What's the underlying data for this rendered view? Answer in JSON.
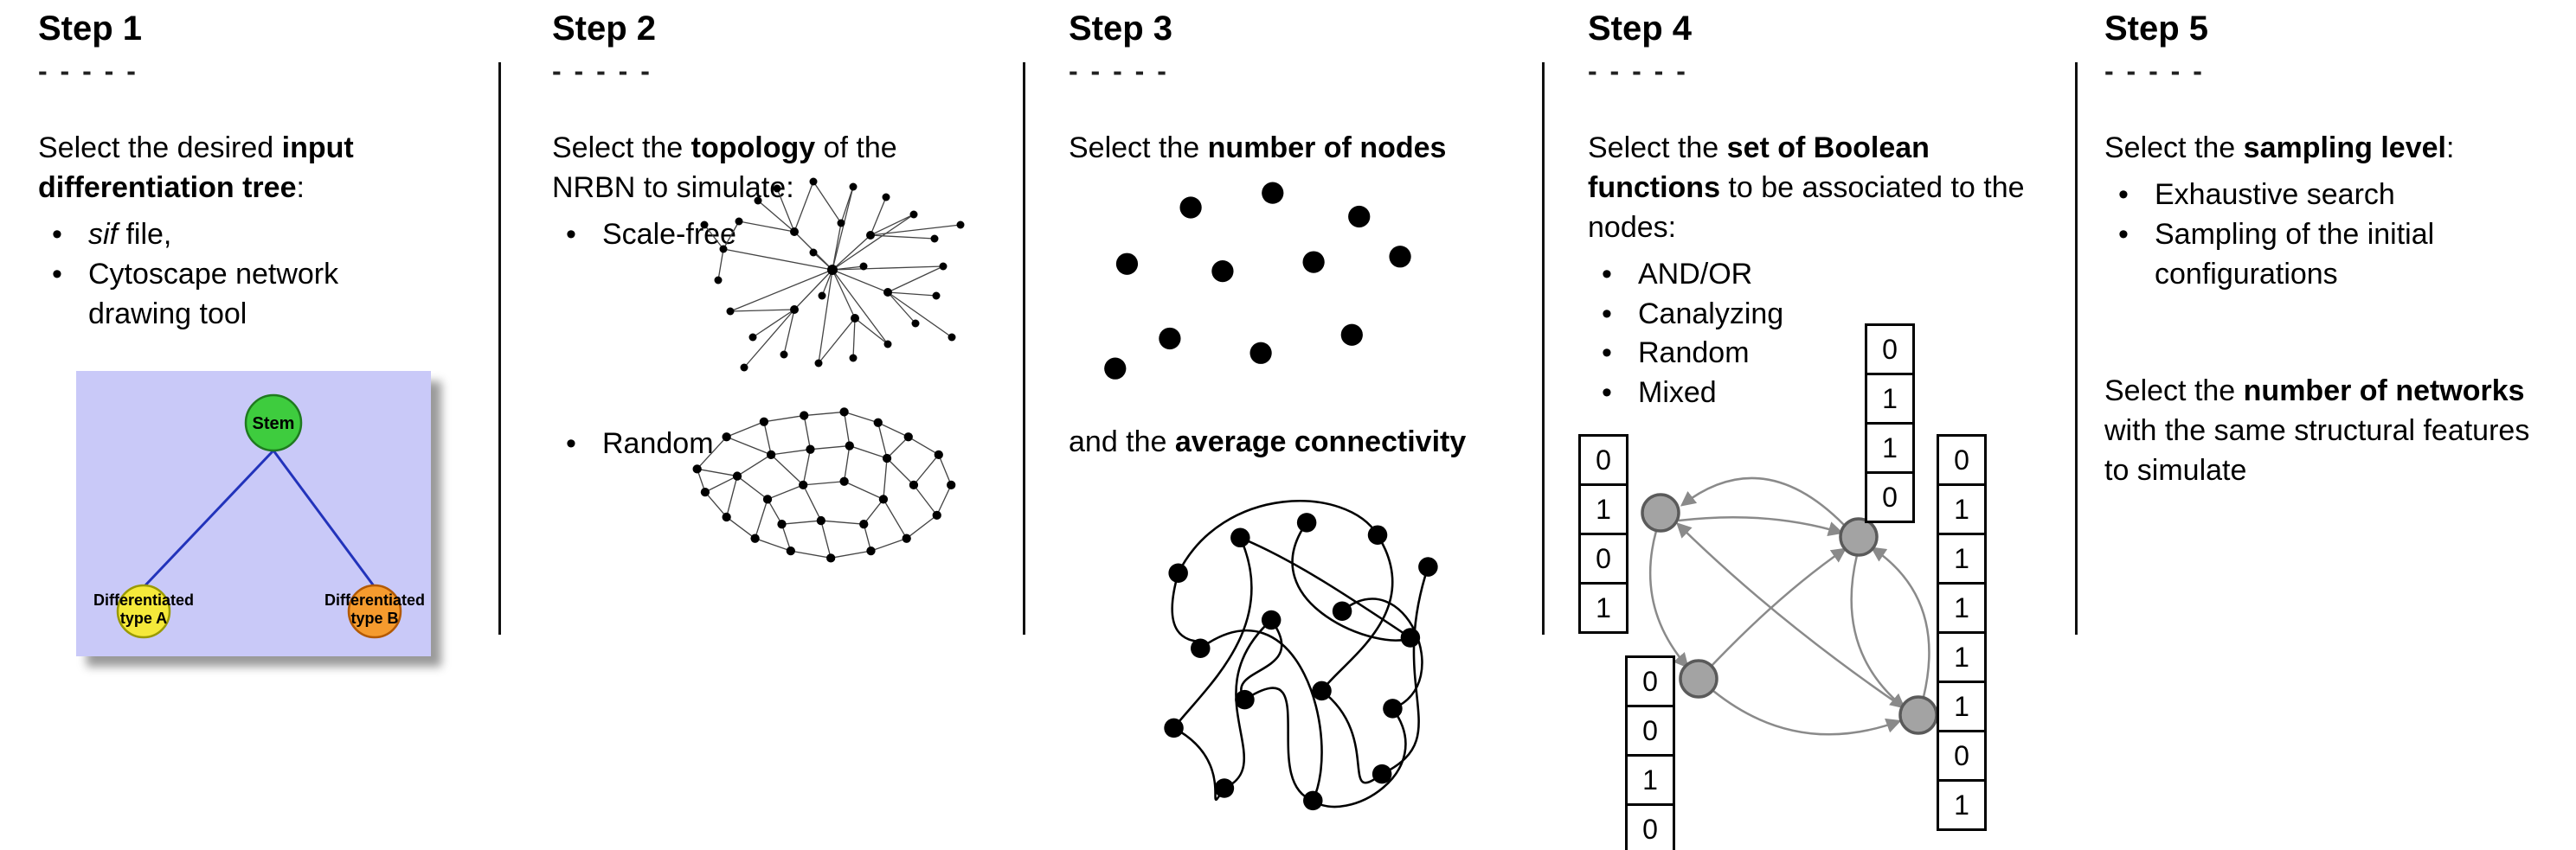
{
  "colors": {
    "divider": "#111111",
    "tree_bg": "#c9c9f8",
    "stem_fill": "#3ecc3e",
    "stem_stroke": "#1f7a1f",
    "type_a_fill": "#f5e93a",
    "type_a_stroke": "#9a9a00",
    "type_b_fill": "#f59b2e",
    "type_b_stroke": "#b35900",
    "tree_edge": "#2233bb",
    "boolean_node_fill": "#a3a3a3",
    "boolean_node_stroke": "#5a5a5a",
    "boolean_edge": "#8a8a8a"
  },
  "step1": {
    "header": "Step 1",
    "dashes": "- - - - -",
    "intro_pre": "Select the desired ",
    "intro_bold": "input differentiation tree",
    "intro_post": ":",
    "bullet1_italic": "sif",
    "bullet1_rest": " file,",
    "bullet2": "Cytoscape network drawing tool",
    "tree": {
      "stem": "Stem",
      "type_a_line1": "Differentiated",
      "type_a_line2": "type A",
      "type_b_line1": "Differentiated",
      "type_b_line2": "type B"
    }
  },
  "step2": {
    "header": "Step 2",
    "dashes": "- - - - -",
    "intro_pre": "Select the ",
    "intro_bold": "topology",
    "intro_post": " of the NRBN to simulate:",
    "bullet1": "Scale-free",
    "bullet2": "Random"
  },
  "step3": {
    "header": "Step 3",
    "dashes": "- - - - -",
    "intro_pre": "Select the ",
    "intro_bold": "number of nodes",
    "mid_pre": "and the ",
    "mid_bold": "average connectivity"
  },
  "step4": {
    "header": "Step 4",
    "dashes": "- - - - -",
    "intro_pre": "Select the ",
    "intro_bold": "set of Boolean functions",
    "intro_post": " to be associated to the nodes:",
    "bullets": [
      "AND/OR",
      "Canalyzing",
      "Random",
      "Mixed"
    ],
    "tables": {
      "left": [
        "0",
        "1",
        "0",
        "1"
      ],
      "top": [
        "0",
        "1",
        "1",
        "0"
      ],
      "right": [
        "0",
        "1",
        "1",
        "1",
        "1",
        "1",
        "0",
        "1"
      ],
      "bottom": [
        "0",
        "0",
        "1",
        "0"
      ]
    }
  },
  "step5": {
    "header": "Step 5",
    "dashes": "- - - - -",
    "intro_pre": "Select the ",
    "intro_bold": "sampling level",
    "intro_post": ":",
    "bullet1": "Exhaustive search",
    "bullet2": "Sampling of the initial configurations",
    "para2_pre": "Select the ",
    "para2_bold": "number of networks",
    "para2_post": " with the same structural features to simulate"
  }
}
